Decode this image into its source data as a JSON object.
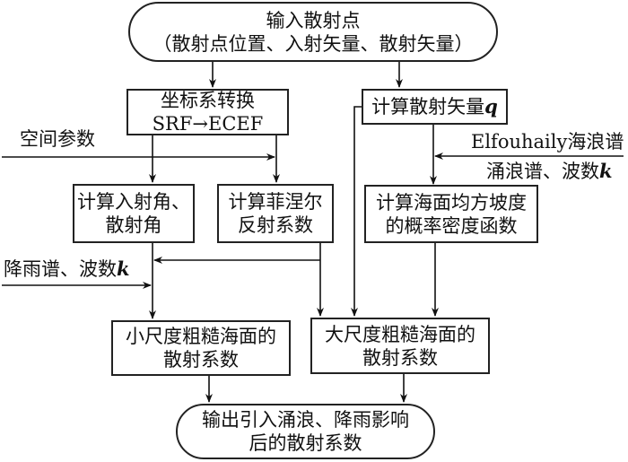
{
  "nodes": {
    "input": {
      "line1": "输入散射点",
      "line2": "（散射点位置、入射矢量、散射矢量）"
    },
    "coord": {
      "line1": "坐标系转换",
      "line2": "SRF→ECEF"
    },
    "qvec": {
      "text": "计算散射矢量",
      "var": "q"
    },
    "angles": {
      "line1": "计算入射角、",
      "line2": "散射角"
    },
    "fresnel": {
      "line1": "计算菲涅尔",
      "line2": "反射系数"
    },
    "pdf": {
      "line1": "计算海面均方坡度",
      "line2": "的概率密度函数"
    },
    "small": {
      "line1": "小尺度粗糙海面的",
      "line2": "散射系数"
    },
    "large": {
      "line1": "大尺度粗糙海面的",
      "line2": "散射系数"
    },
    "output": {
      "line1": "输出引入涌浪、降雨影响",
      "line2": "后的散射系数"
    }
  },
  "labels": {
    "space": "空间参数",
    "elf1": "Elfouhaily海浪谱",
    "elf2": "涌浪谱、波数",
    "elf2_var": "k",
    "rain": "降雨谱、波数",
    "rain_var": "k"
  }
}
